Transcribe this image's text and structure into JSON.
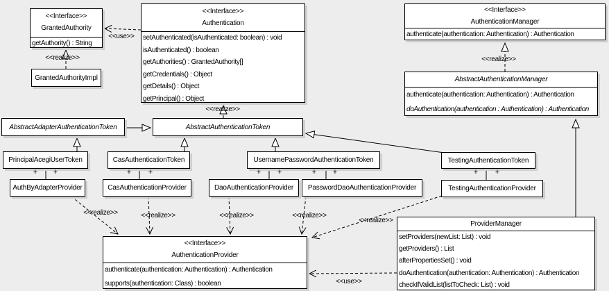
{
  "labels": {
    "use": "<<use>>",
    "realize": "<<realize>>",
    "plus": "+",
    "interface_stereotype": "<<Interface>>"
  },
  "colors": {
    "background": "#ededed",
    "box_fill": "#ffffff",
    "line": "#000000",
    "shadow": "#cfcfcf"
  },
  "classes": {
    "granted_authority": {
      "stereotype": "<<Interface>>",
      "name": "GrantedAuthority",
      "methods": [
        "getAuthority() : String"
      ]
    },
    "granted_authority_impl": {
      "name": "GrantedAuthorityImpl"
    },
    "authentication": {
      "stereotype": "<<Interface>>",
      "name": "Authentication",
      "methods": [
        "setAuthenticated(isAuthenticated: boolean) : void",
        "isAuthenticated() : boolean",
        "getAuthorities() : GrantedAuthority[]",
        "getCredentials() : Object",
        "getDetails() : Object",
        "getPrincipal() : Object"
      ]
    },
    "authentication_manager": {
      "stereotype": "<<Interface>>",
      "name": "AuthenticationManager",
      "methods": [
        "authenticate(authentication: Authentication) : Authentication"
      ]
    },
    "abstract_authentication_manager": {
      "name": "AbstractAuthenticationManager",
      "methods": [
        "authenticate(authentication: Authentication) : Authentication",
        "doAuthentication(authentication : Authentication) : Authentication"
      ]
    },
    "abstract_adapter_authentication_token": {
      "name": "AbstractAdapterAuthenticationToken"
    },
    "abstract_authentication_token": {
      "name": "AbstractAuthenticationToken"
    },
    "principal_acegi_user_token": {
      "name": "PrincipalAcegiUserToken"
    },
    "cas_authentication_token": {
      "name": "CasAuthenticationToken"
    },
    "username_password_authentication_token": {
      "name": "UsernamePasswordAuthenticationToken"
    },
    "testing_authentication_token": {
      "name": "TestingAuthenticationToken"
    },
    "auth_by_adapter_provider": {
      "name": "AuthByAdapterProvider"
    },
    "cas_authentication_provider": {
      "name": "CasAuthenticationProvider"
    },
    "dao_authentication_provider": {
      "name": "DaoAuthenticationProvider"
    },
    "password_dao_authentication_provider": {
      "name": "PasswordDaoAuthenticationProvider"
    },
    "testing_authentication_provider": {
      "name": "TestingAuthenticationProvider"
    },
    "authentication_provider": {
      "stereotype": "<<Interface>>",
      "name": "AuthenticationProvider",
      "methods": [
        "authenticate(authentication: Authentication) : Authentication",
        "supports(authentication: Class) : boolean"
      ]
    },
    "provider_manager": {
      "name": "ProviderManager",
      "methods": [
        "setProviders(newList: List) : void",
        "getProviders() : List",
        "afterPropertiesSet() : void",
        "doAuthentication(authentication: Authentication) : Authentication",
        "checkIfValidList(listToCheck: List) : void"
      ]
    }
  },
  "relationships": [
    {
      "type": "use",
      "from": "Authentication",
      "to": "GrantedAuthority",
      "label": "<<use>>"
    },
    {
      "type": "realize",
      "from": "GrantedAuthorityImpl",
      "to": "GrantedAuthority",
      "label": "<<realize>>"
    },
    {
      "type": "realize",
      "from": "AbstractAuthenticationToken",
      "to": "Authentication",
      "label": "<<realize>>"
    },
    {
      "type": "realize",
      "from": "AbstractAuthenticationManager",
      "to": "AuthenticationManager",
      "label": "<<realize>>"
    },
    {
      "type": "generalization",
      "from": "AbstractAdapterAuthenticationToken",
      "to": "AbstractAuthenticationToken"
    },
    {
      "type": "generalization",
      "from": "PrincipalAcegiUserToken",
      "to": "AbstractAdapterAuthenticationToken"
    },
    {
      "type": "generalization",
      "from": "CasAuthenticationToken",
      "to": "AbstractAuthenticationToken"
    },
    {
      "type": "generalization",
      "from": "UsernamePasswordAuthenticationToken",
      "to": "AbstractAuthenticationToken"
    },
    {
      "type": "generalization",
      "from": "TestingAuthenticationToken",
      "to": "AbstractAuthenticationToken"
    },
    {
      "type": "generalization",
      "from": "ProviderManager",
      "to": "AbstractAuthenticationManager"
    },
    {
      "type": "association",
      "from": "PrincipalAcegiUserToken",
      "to": "AuthByAdapterProvider",
      "multiplicity": [
        "+",
        "+"
      ]
    },
    {
      "type": "association",
      "from": "CasAuthenticationToken",
      "to": "CasAuthenticationProvider",
      "multiplicity": [
        "+",
        "+"
      ]
    },
    {
      "type": "association",
      "from": "UsernamePasswordAuthenticationToken",
      "to": "DaoAuthenticationProvider",
      "multiplicity": [
        "+",
        "+"
      ]
    },
    {
      "type": "association",
      "from": "UsernamePasswordAuthenticationToken",
      "to": "PasswordDaoAuthenticationProvider",
      "multiplicity": [
        "+",
        "+"
      ]
    },
    {
      "type": "association",
      "from": "TestingAuthenticationToken",
      "to": "TestingAuthenticationProvider",
      "multiplicity": [
        "+",
        "+"
      ]
    },
    {
      "type": "realize",
      "from": "AuthByAdapterProvider",
      "to": "AuthenticationProvider",
      "label": "<<realize>>"
    },
    {
      "type": "realize",
      "from": "CasAuthenticationProvider",
      "to": "AuthenticationProvider",
      "label": "<<realize>>"
    },
    {
      "type": "realize",
      "from": "DaoAuthenticationProvider",
      "to": "AuthenticationProvider",
      "label": "<<realize>>"
    },
    {
      "type": "realize",
      "from": "PasswordDaoAuthenticationProvider",
      "to": "AuthenticationProvider",
      "label": "<<realize>>"
    },
    {
      "type": "realize",
      "from": "TestingAuthenticationProvider",
      "to": "AuthenticationProvider",
      "label": "<<realize>>"
    },
    {
      "type": "use",
      "from": "ProviderManager",
      "to": "AuthenticationProvider",
      "label": "<<use>>"
    }
  ]
}
